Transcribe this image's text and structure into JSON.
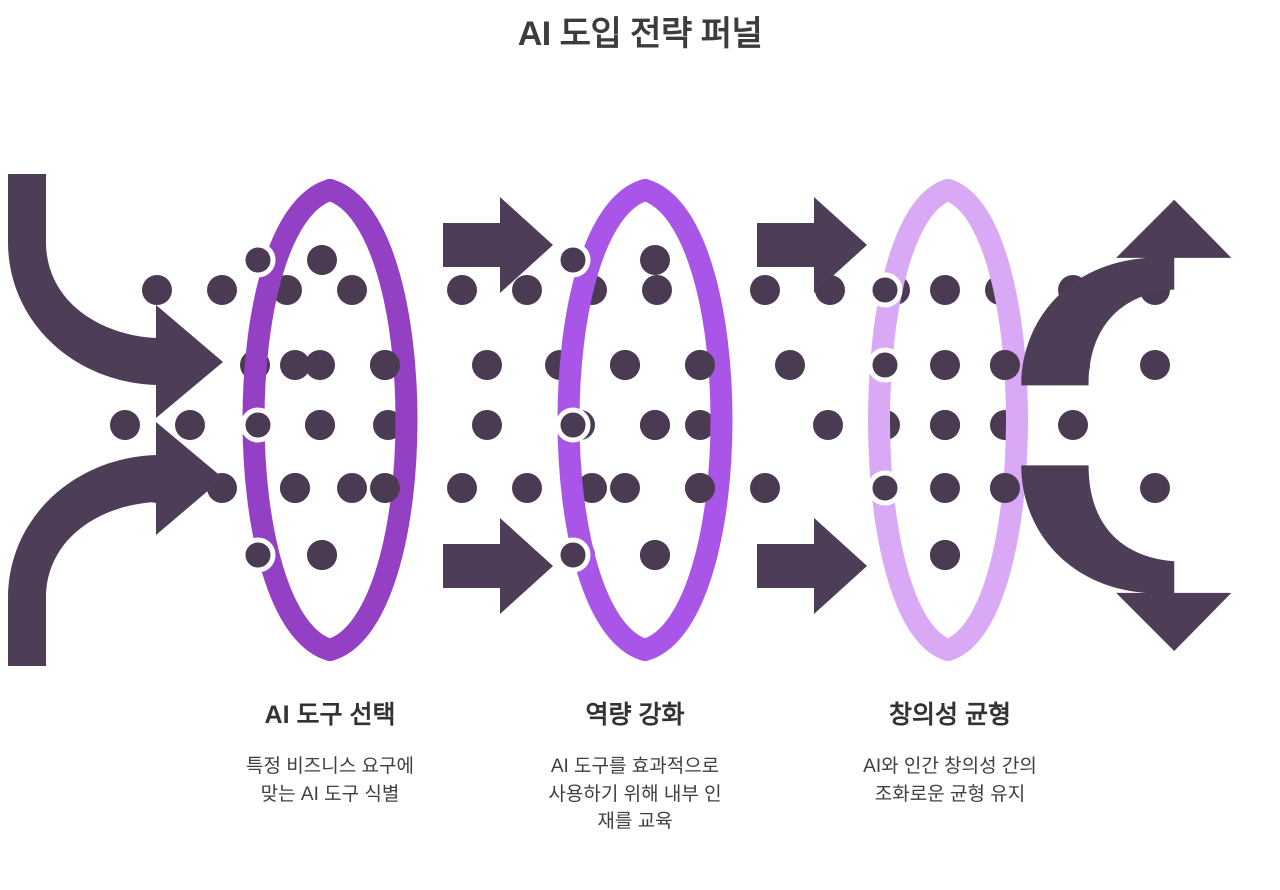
{
  "header": {
    "title": "AI 도입 전략 퍼널"
  },
  "theme": {
    "background": "#ffffff",
    "title_color": "#3c3c3c",
    "dot_color": "#4a3b52",
    "arrow_color": "#4d3d56",
    "halo_color": "#ffffff",
    "ring_colors": [
      "#9440c4",
      "#a855e8",
      "#d9a9f5"
    ]
  },
  "stages": [
    {
      "index": 1,
      "ring_color": "#9440c4",
      "title": "AI 도구 선택",
      "description": "특정 비즈니스 요구에 맞는 AI 도구 식별",
      "description_lines": [
        "특정 비즈니스 요구에",
        "맞는 AI 도구 식별"
      ]
    },
    {
      "index": 2,
      "ring_color": "#a855e8",
      "title": "역량 강화",
      "description": "AI 도구를 효과적으로 사용하기 위해 내부 인재를 교육",
      "description_lines": [
        "AI 도구를 효과적으로",
        "사용하기 위해 내부 인",
        "재를 교육"
      ]
    },
    {
      "index": 3,
      "ring_color": "#d9a9f5",
      "title": "창의성 균형",
      "description": "AI와 인간 창의성 간의 조화로운 균형 유지",
      "description_lines": [
        "AI와 인간 창의성 간의",
        "조화로운 균형 유지"
      ]
    }
  ],
  "arrows": [
    {
      "name": "inbound-top-arrow",
      "shape": "curved-down-right",
      "color": "#4d3d56"
    },
    {
      "name": "inbound-bottom-arrow",
      "shape": "curved-up-right",
      "color": "#4d3d56"
    },
    {
      "name": "flow-arrow-1-top",
      "shape": "straight-right",
      "color": "#4d3d56"
    },
    {
      "name": "flow-arrow-1-bottom",
      "shape": "straight-right",
      "color": "#4d3d56"
    },
    {
      "name": "flow-arrow-2-top",
      "shape": "straight-right",
      "color": "#4d3d56"
    },
    {
      "name": "flow-arrow-2-bottom",
      "shape": "straight-right",
      "color": "#4d3d56"
    },
    {
      "name": "outbound-top-arrow",
      "shape": "curved-up",
      "color": "#4d3d56"
    },
    {
      "name": "outbound-bottom-arrow",
      "shape": "curved-down",
      "color": "#4d3d56"
    }
  ]
}
